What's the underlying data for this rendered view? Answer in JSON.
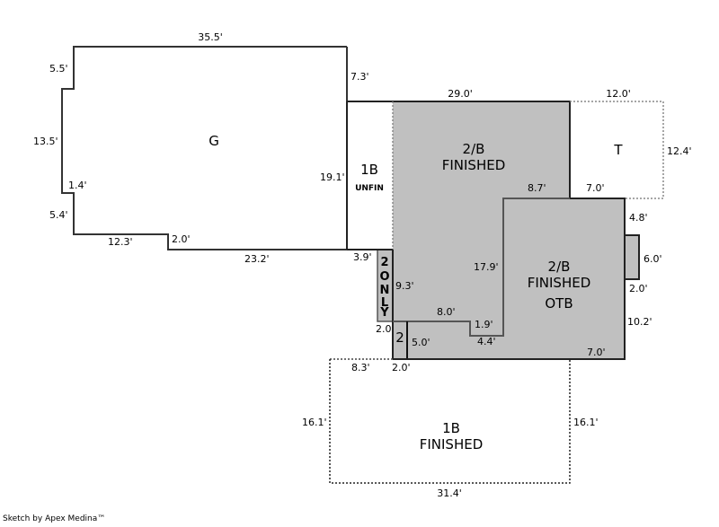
{
  "colors": {
    "finished_fill": "#c0c0c0",
    "line": "#222222",
    "dotted_line": "#888888"
  },
  "areas": {
    "garage": "G",
    "unfin_1b": "1B",
    "unfin_1b_sub": "UNFIN",
    "finished_2b_line1": "2/B",
    "finished_2b_line2": "FINISHED",
    "terrace": "T",
    "otb_line1": "2/B",
    "otb_line2": "FINISHED",
    "otb_line3": "OTB",
    "two_only": [
      "2",
      "O",
      "N",
      "L",
      "Y"
    ],
    "two": "2",
    "finished_1b_line1": "1B",
    "finished_1b_line2": "FINISHED"
  },
  "dimensions": {
    "g_top": "35.5'",
    "g_left_top": "5.5'",
    "g_left": "13.5'",
    "g_step": "1.4'",
    "g_left_bottom": "5.4'",
    "g_bottom_left": "12.3'",
    "g_step2": "2.0'",
    "g_bottom": "23.2'",
    "g_right_top": "7.3'",
    "g_right": "19.1'",
    "top_29": "29.0'",
    "t_top": "12.0'",
    "t_right": "12.4'",
    "t_bottom": "7.0'",
    "otb_top": "8.7'",
    "otb_right_top": "4.8'",
    "bump": "6.0'",
    "bump_bottom": "2.0'",
    "otb_right": "10.2'",
    "otb_bottom": "7.0'",
    "otb_left": "17.9'",
    "only_top": "3.9'",
    "only_right": "9.3'",
    "ledge": "8.0'",
    "notch": "1.9'",
    "notch_bottom": "4.4'",
    "two_top": "2.0",
    "two_right": "5.0'",
    "f1_top_left": "8.3'",
    "f1_top_2": "2.0'",
    "f1_left": "16.1'",
    "f1_right": "16.1'",
    "f1_bottom": "31.4'"
  },
  "footer": "Sketch by Apex Medina™"
}
